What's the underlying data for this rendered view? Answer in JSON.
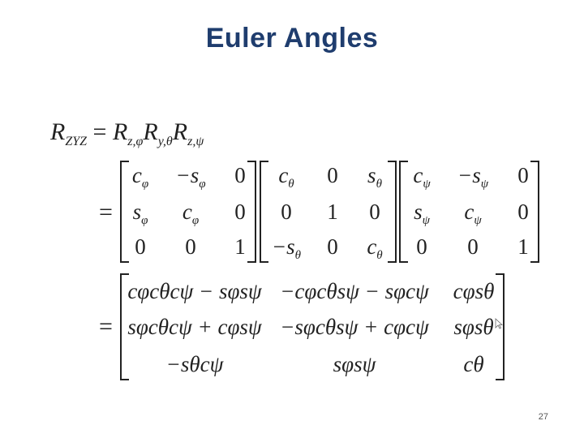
{
  "slide": {
    "title": "Euler Angles",
    "page_number": "27"
  },
  "line1": {
    "lhs": "R",
    "lhs_sub": "ZYZ",
    "eq": "=",
    "t1": "R",
    "t1_sub": "z,φ",
    "t2": "R",
    "t2_sub": "y,θ",
    "t3": "R",
    "t3_sub": "z,ψ"
  },
  "matrix_a": [
    [
      "c|φ",
      "−s|φ",
      "0"
    ],
    [
      "s|φ",
      "c|φ",
      "0"
    ],
    [
      "0",
      "0",
      "1"
    ]
  ],
  "matrix_b": [
    [
      "c|θ",
      "0",
      "s|θ"
    ],
    [
      "0",
      "1",
      "0"
    ],
    [
      "−s|θ",
      "0",
      "c|θ"
    ]
  ],
  "matrix_c": [
    [
      "c|ψ",
      "−s|ψ",
      "0"
    ],
    [
      "s|ψ",
      "c|ψ",
      "0"
    ],
    [
      "0",
      "0",
      "1"
    ]
  ],
  "matrix_result": [
    [
      "cφcθcψ − sφsψ",
      "−cφcθsψ − sφcψ",
      "cφsθ"
    ],
    [
      "sφcθcψ + cφsψ",
      "−sφcθsψ + cφcψ",
      "sφsθ"
    ],
    [
      "−sθcψ",
      "sφsψ",
      "cθ"
    ]
  ],
  "eq_sign": "="
}
